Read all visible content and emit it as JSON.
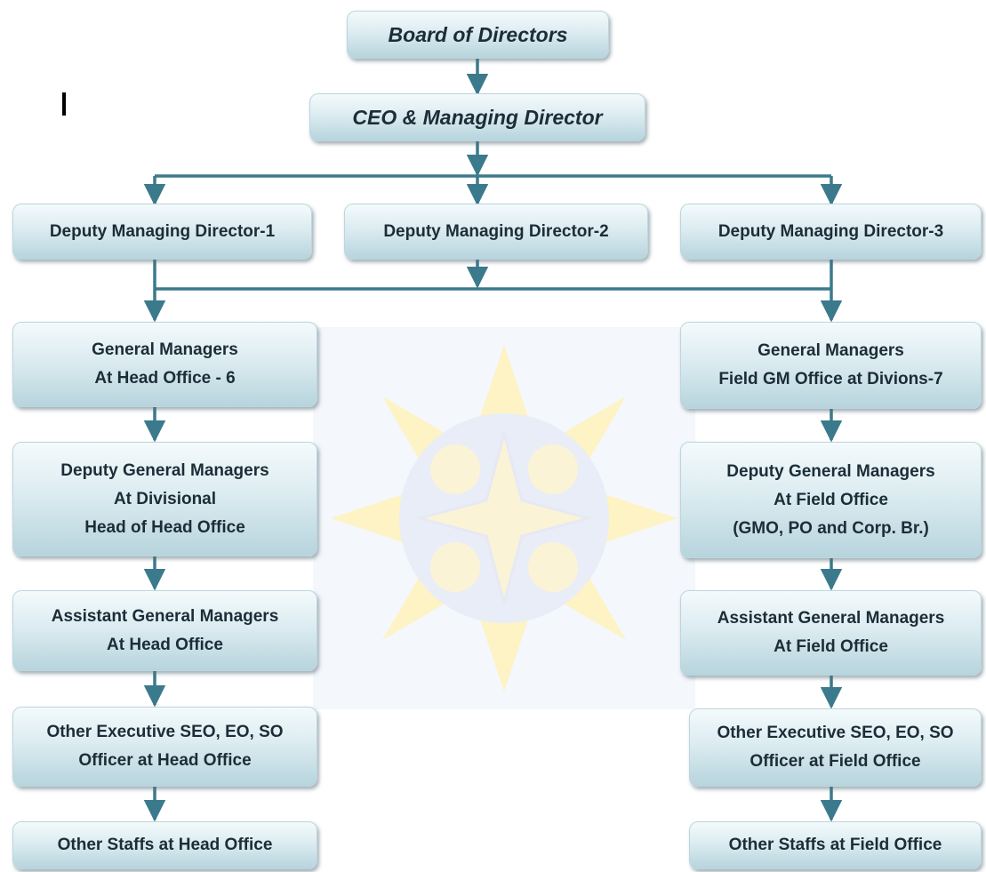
{
  "chart": {
    "board": "Board of Directors",
    "ceo": "CEO & Managing Director",
    "deputy_md": [
      "Deputy Managing Director-1",
      "Deputy Managing Director-2",
      "Deputy Managing Director-3"
    ],
    "head_office": {
      "general_managers": [
        "General Managers",
        "At Head Office - 6"
      ],
      "deputy_general_managers": [
        "Deputy General Managers",
        "At Divisional",
        "Head of Head Office"
      ],
      "assistant_general_managers": [
        "Assistant General Managers",
        "At Head Office"
      ],
      "other_executives": [
        "Other Executive SEO, EO, SO",
        "Officer at Head Office"
      ],
      "other_staffs": "Other Staffs at Head Office"
    },
    "field_office": {
      "general_managers": [
        "General Managers",
        "Field GM Office at Divions-7"
      ],
      "deputy_general_managers": [
        "Deputy General Managers",
        "At Field Office",
        "(GMO, PO and Corp. Br.)"
      ],
      "assistant_general_managers": [
        "Assistant General Managers",
        "At Field Office"
      ],
      "other_executives": [
        "Other Executive SEO, EO, SO",
        "Officer at Field Office"
      ],
      "other_staffs": "Other Staffs at Field Office"
    }
  },
  "colors": {
    "connector": "#3b7a8c",
    "box_top": "#f4fafc",
    "box_bottom": "#b7d4dd",
    "watermark": "#fdf2b8"
  },
  "watermark_icon": "sun-star-logo"
}
